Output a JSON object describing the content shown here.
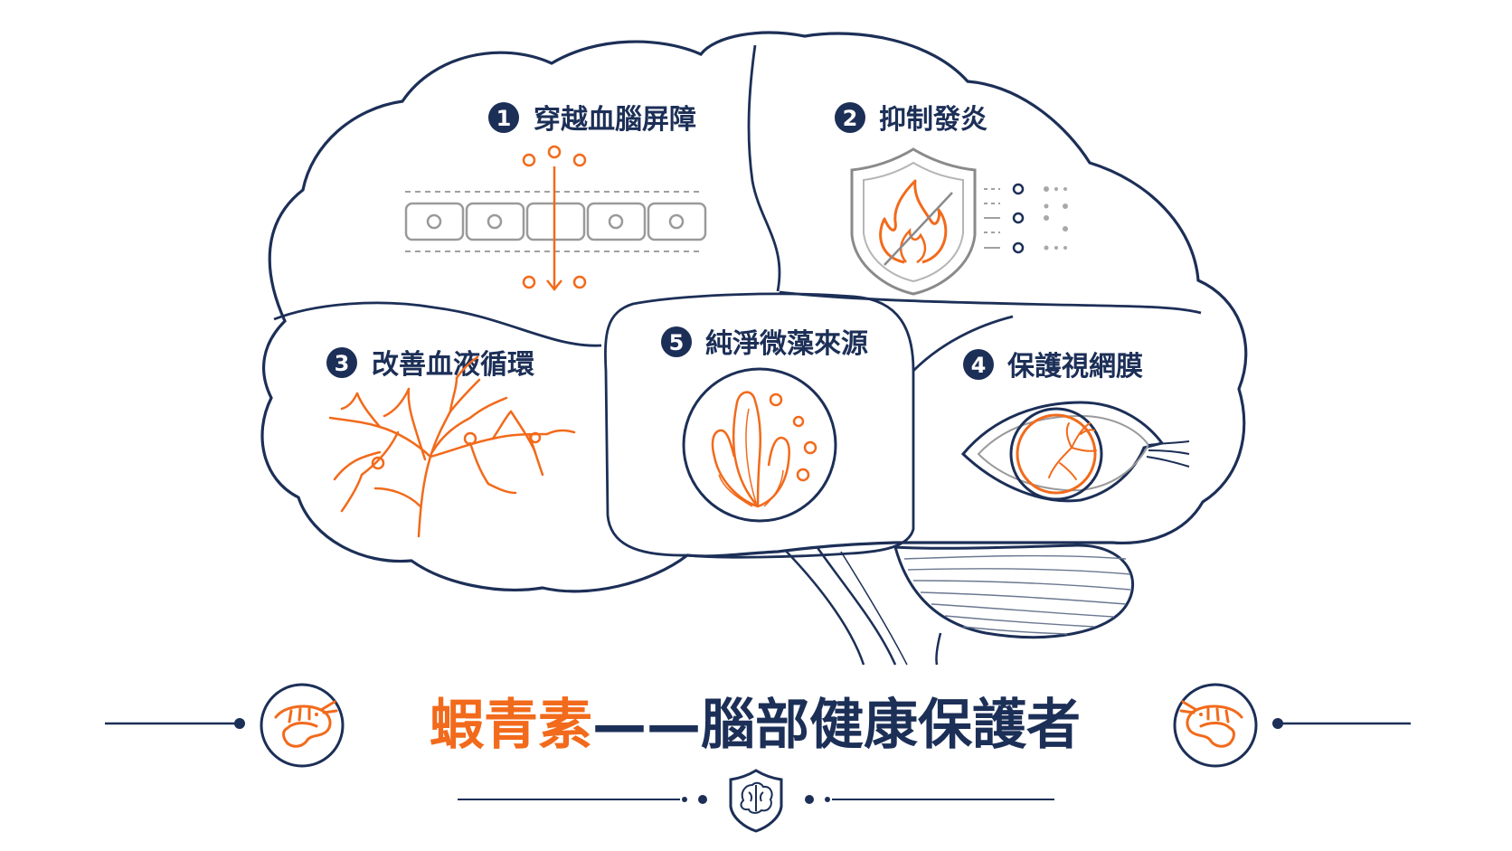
{
  "colors": {
    "navy": "#1c2f57",
    "orange": "#f26a1b",
    "gray": "#9a9a9a",
    "light_gray": "#c8c8c8"
  },
  "sections": [
    {
      "number": "1",
      "label": "穿越血腦屏障",
      "icon": "blood-brain-barrier-icon"
    },
    {
      "number": "2",
      "label": "抑制發炎",
      "icon": "flame-shield-icon"
    },
    {
      "number": "3",
      "label": "改善血液循環",
      "icon": "blood-vessel-icon"
    },
    {
      "number": "5",
      "label": "純淨微藻來源",
      "icon": "microalgae-icon"
    },
    {
      "number": "4",
      "label": "保護視網膜",
      "icon": "eye-retina-icon"
    }
  ],
  "title": {
    "accent": "蝦青素",
    "dash": "——",
    "main": "腦部健康保護者"
  }
}
